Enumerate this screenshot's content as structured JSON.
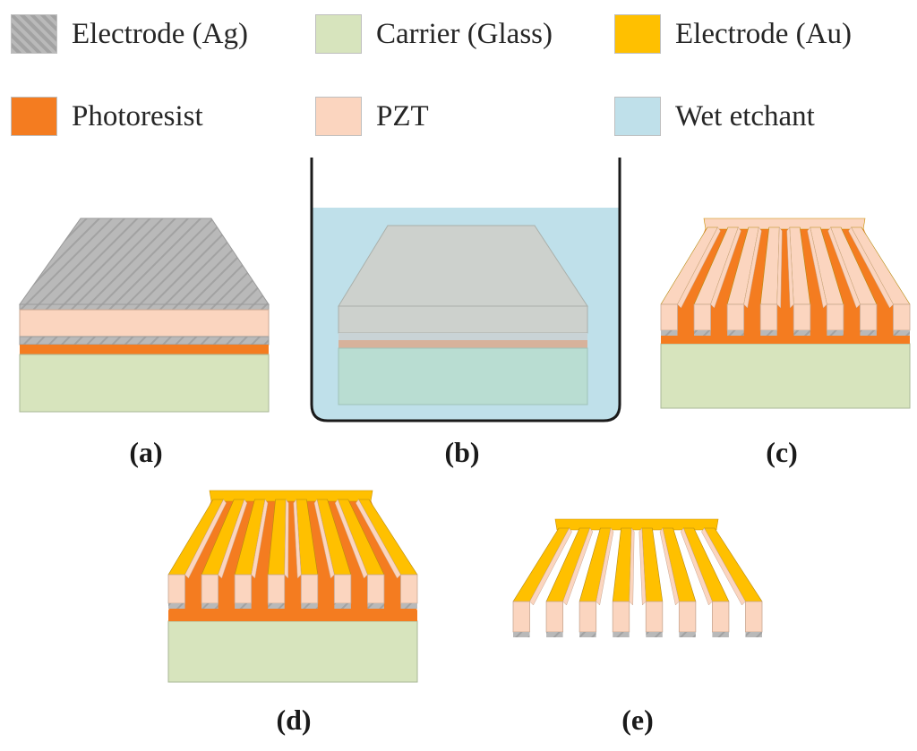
{
  "legend": [
    {
      "label": "Electrode (Ag)",
      "color": "#b9b9b9",
      "pattern": "hatch"
    },
    {
      "label": "Carrier (Glass)",
      "color": "#d7e4bd"
    },
    {
      "label": "Electrode (Au)",
      "color": "#ffc000"
    },
    {
      "label": "Photoresist",
      "color": "#f47c20"
    },
    {
      "label": "PZT",
      "color": "#fbd5bf"
    },
    {
      "label": "Wet etchant",
      "color": "#bfe0ea"
    }
  ],
  "panels": [
    {
      "label": "(a)"
    },
    {
      "label": "(b)"
    },
    {
      "label": "(c)"
    },
    {
      "label": "(d)"
    },
    {
      "label": "(e)"
    }
  ],
  "colors": {
    "electrode_ag": "#b9b9b9",
    "carrier_glass": "#d7e4bd",
    "electrode_au": "#ffc000",
    "photoresist": "#f47c20",
    "pzt": "#fbd5bf",
    "wet_etchant": "#bfe0ea",
    "container_outline": "#1a1a1a"
  }
}
